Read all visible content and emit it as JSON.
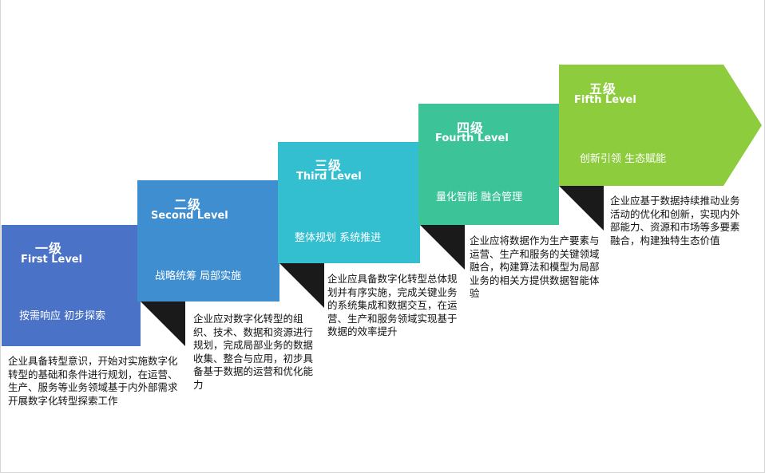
{
  "levels": [
    {
      "title_cn": "一级",
      "title_en": "First Level",
      "keywords": "按需响应  初步探索",
      "description": "企业具备转型意识，开始对实施数字化转型的基础和条件进行规划，在运营、生产、服务等业务领域基于内外部需求开展数字化转型探索工作",
      "color": "#4a72c6"
    },
    {
      "title_cn": "二级",
      "title_en": "Second Level",
      "keywords": "战略统筹  局部实施",
      "description": "企业应对数字化转型的组织、技术、数据和资源进行规划，完成局部业务的数据收集、整合与应用，初步具备基于数据的运营和优化能力",
      "color": "#3f8fd0"
    },
    {
      "title_cn": "三级",
      "title_en": "Third Level",
      "keywords": "整体规划  系统推进",
      "description": "企业应具备数字化转型总体规划并有序实施，完成关键业务的系统集成和数据交互，在运营、生产和服务领域实现基于数据的效率提升",
      "color": "#34bfd0"
    },
    {
      "title_cn": "四级",
      "title_en": "Fourth Level",
      "keywords": "量化智能  融合管理",
      "description": "企业应将数据作为生产要素与运营、生产和服务的关键领域融合，构建算法和模型为局部业务的相关方提供数据智能体验",
      "color": "#3cc398"
    },
    {
      "title_cn": "五级",
      "title_en": "Fifth Level",
      "keywords": "创新引领  生态赋能",
      "description": "企业应基于数据持续推动业务活动的优化和创新，实现内外部能力、资源和市场等多要素融合，构建独特生态价值",
      "color": "#8dcc3c"
    }
  ],
  "fold_color": "#1a1a1a"
}
